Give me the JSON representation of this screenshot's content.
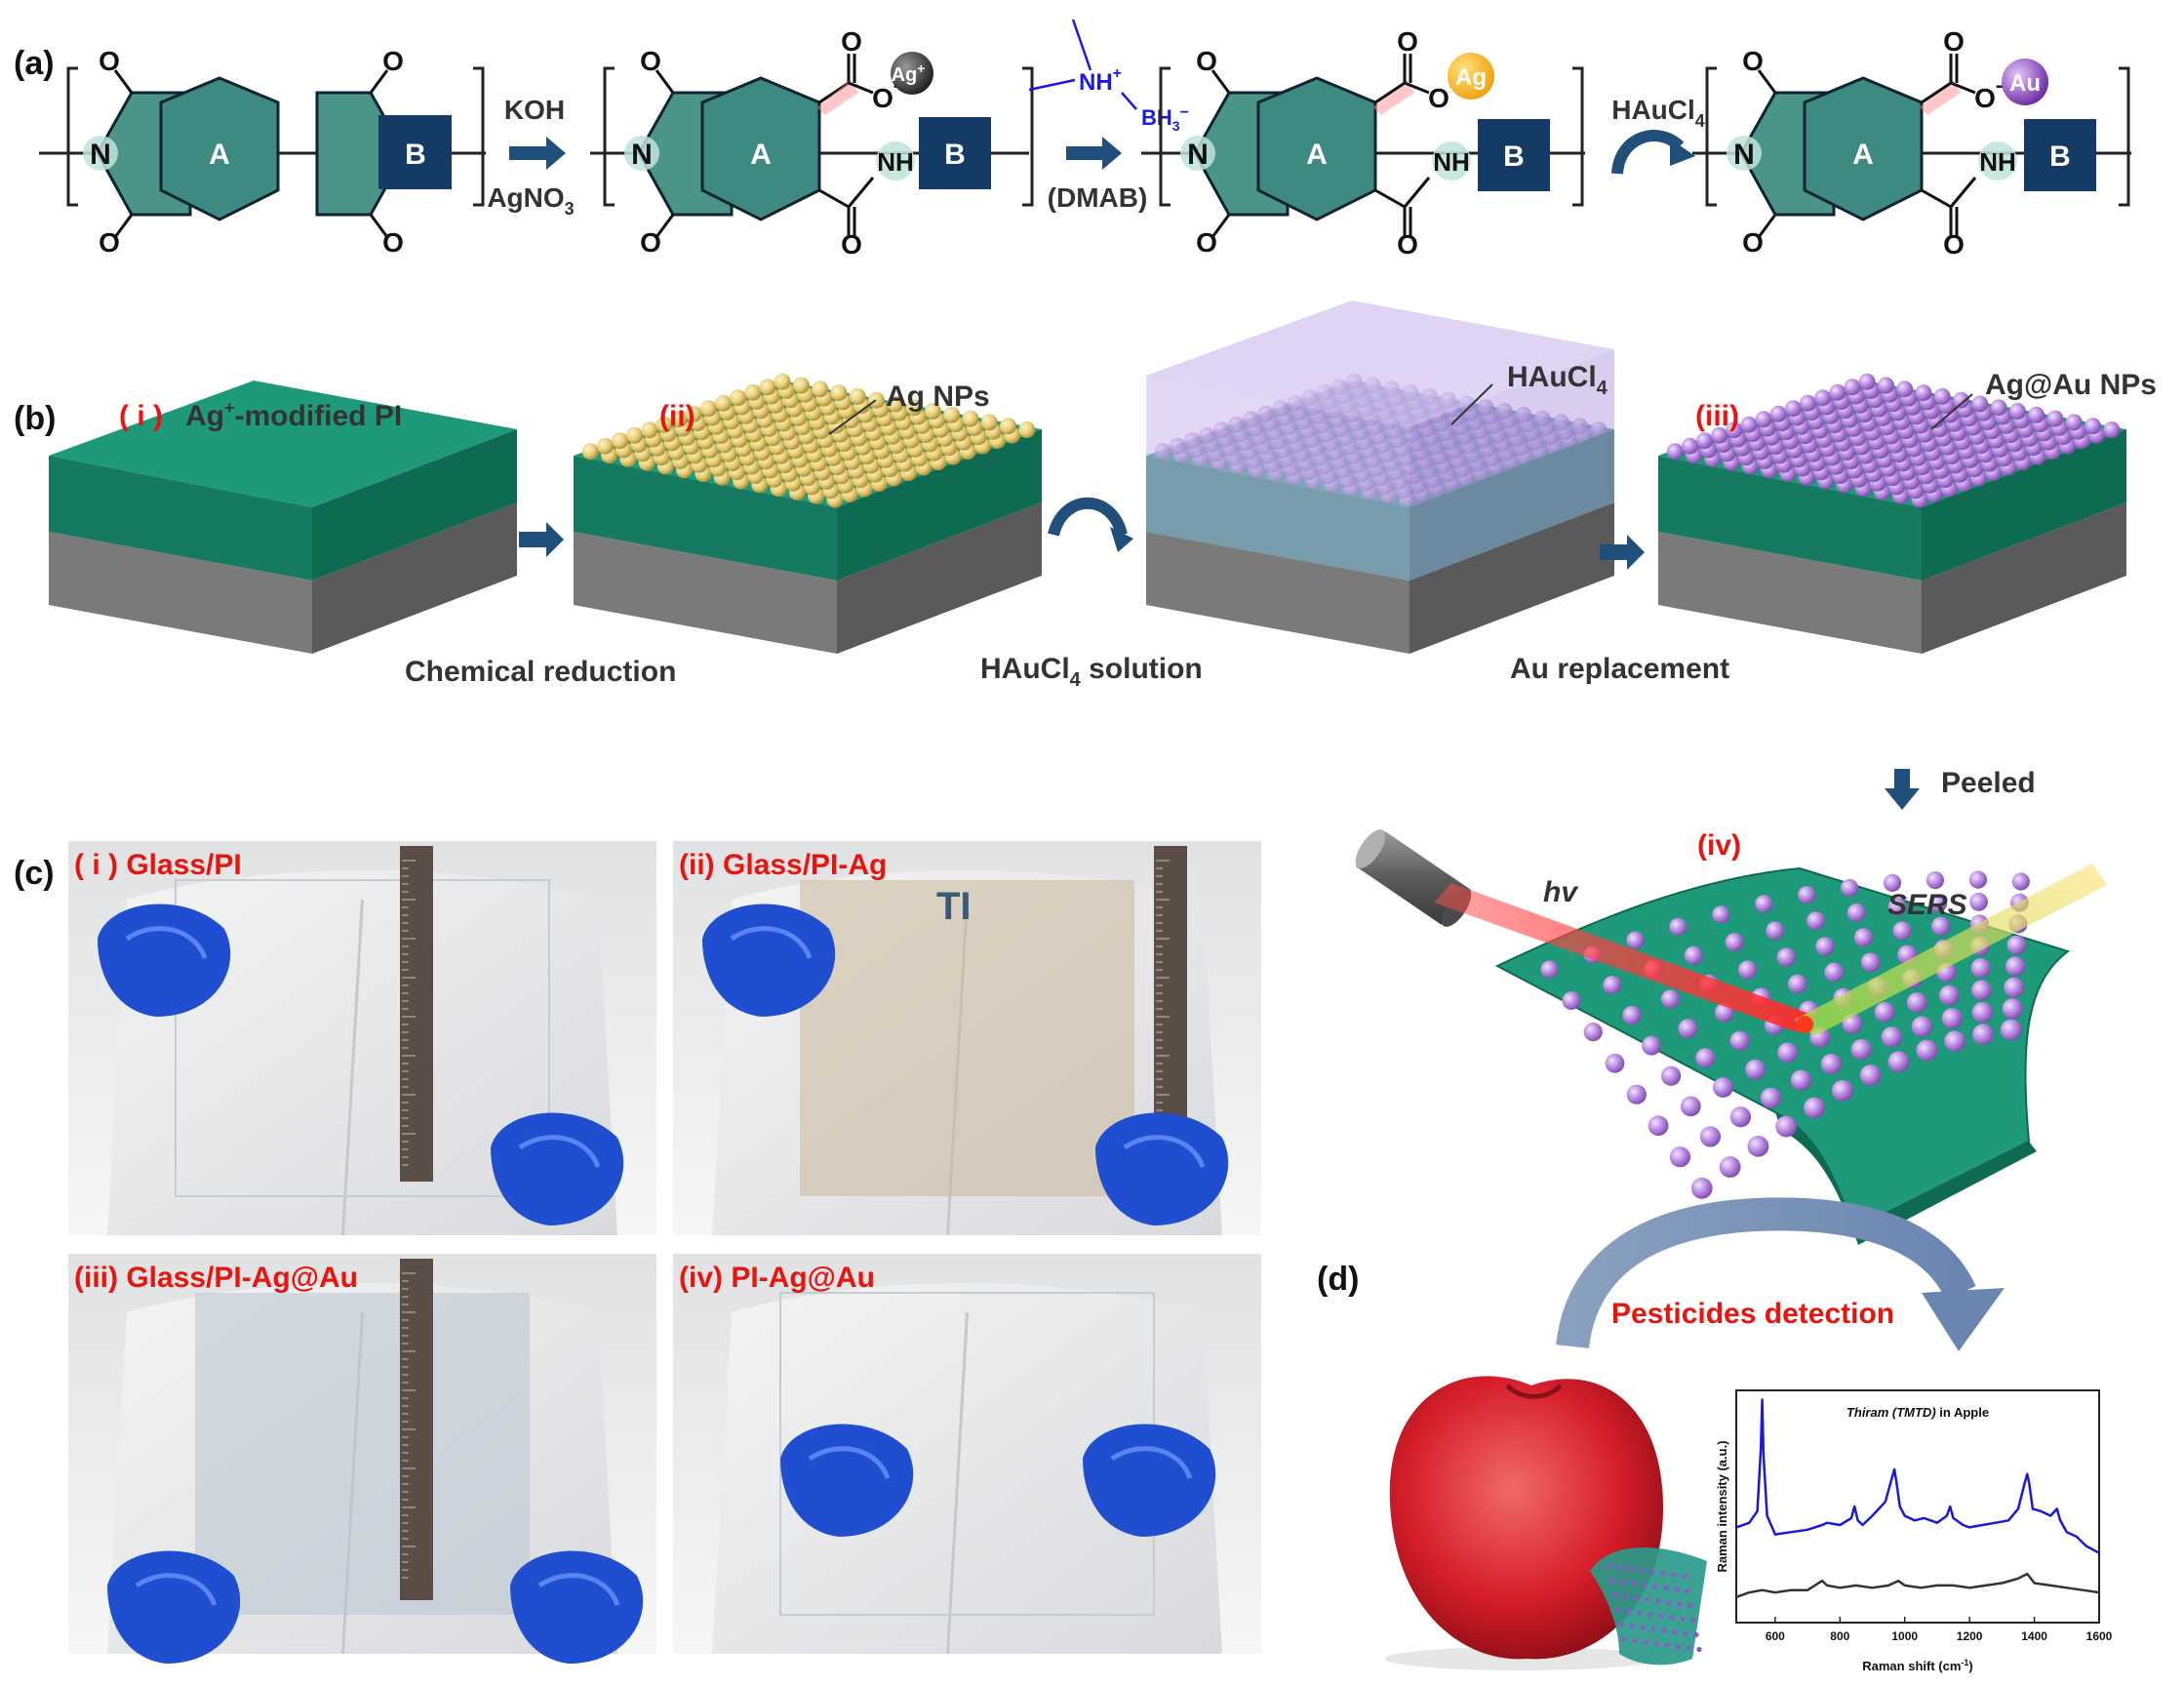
{
  "panel_labels": {
    "a": "(a)",
    "b": "(b)",
    "c": "(c)",
    "d": "(d)"
  },
  "scheme": {
    "unit_a": "A",
    "unit_b": "B",
    "atom_o": "O",
    "atom_n": "N",
    "nh": "NH",
    "ion_ag": "Ag",
    "ion_au": "Au",
    "ion_charge": "+",
    "o_minus": "O",
    "minus": "−",
    "step1_top": "KOH",
    "step1_bottom": "AgNO",
    "step1_bottom_sub": "3",
    "dmab_nh": "NH",
    "dmab_plus": "+",
    "dmab_bh": "BH",
    "dmab_sub": "3",
    "dmab_minus": "−",
    "dmab_label": "(DMAB)",
    "step3": "HAuCl",
    "step3_sub": "4"
  },
  "process": {
    "label_i": "( i )",
    "desc_i_pre": "Ag",
    "desc_i_sup": "+",
    "desc_i_post": "-modified PI",
    "label_ii": "(ii)",
    "ag_nps": "Ag NPs",
    "haucl4": "HAuCl",
    "haucl4_sub": "4",
    "label_iii": "(iii)",
    "agau_nps": "Ag@Au NPs",
    "step_chem": "Chemical reduction",
    "step_sol": "HAuCl",
    "step_sol_sub": "4",
    "step_sol_post": " solution",
    "step_replace": "Au replacement",
    "peeled": "Peeled",
    "label_iv": "(iv)",
    "hv": "hv",
    "sers": "SERS"
  },
  "photos": {
    "p1": "( i ) Glass/PI",
    "p2": "(ii) Glass/PI-Ag",
    "p3": "(iii) Glass/PI-Ag@Au",
    "p4": "(iv) PI-Ag@Au",
    "tag": "TI"
  },
  "detection": {
    "title": "Pesticides detection"
  },
  "chart_data": {
    "type": "line",
    "title": "Thiram (TMTD) in Apple",
    "title_italic": "Thiram (TMTD)",
    "title_rest": " in Apple",
    "xlabel": "Raman shift (cm",
    "xlabel_sup": "-1",
    "xlabel_close": ")",
    "ylabel": "Raman intensity (a.u.)",
    "xlim": [
      480,
      1600
    ],
    "ylim": [
      0,
      10
    ],
    "xticks": [
      "600",
      "800",
      "1000",
      "1200",
      "1400",
      "1600"
    ],
    "series": [
      {
        "color": "#1a1ad6",
        "x": [
          480,
          520,
          545,
          556,
          560,
          564,
          575,
          600,
          650,
          700,
          745,
          760,
          800,
          835,
          845,
          855,
          870,
          900,
          940,
          960,
          968,
          975,
          985,
          1000,
          1030,
          1060,
          1100,
          1130,
          1140,
          1150,
          1180,
          1200,
          1240,
          1280,
          1320,
          1350,
          1370,
          1378,
          1384,
          1395,
          1420,
          1450,
          1470,
          1480,
          1500,
          1530,
          1560,
          1600
        ],
        "y": [
          4.1,
          4.3,
          4.8,
          7.5,
          9.6,
          7.2,
          4.6,
          3.8,
          3.9,
          4.0,
          4.2,
          4.3,
          4.2,
          4.5,
          5.0,
          4.4,
          4.2,
          4.6,
          5.2,
          6.2,
          6.6,
          6.0,
          5.0,
          4.6,
          4.4,
          4.5,
          4.3,
          4.6,
          5.0,
          4.5,
          4.2,
          4.1,
          4.2,
          4.3,
          4.4,
          4.9,
          6.0,
          6.4,
          6.0,
          4.9,
          4.8,
          4.6,
          4.9,
          4.4,
          3.9,
          3.7,
          3.3,
          3.0
        ]
      },
      {
        "color": "#333333",
        "x": [
          480,
          520,
          560,
          600,
          650,
          700,
          745,
          760,
          800,
          850,
          900,
          950,
          980,
          1000,
          1050,
          1100,
          1150,
          1200,
          1250,
          1300,
          1350,
          1378,
          1400,
          1450,
          1500,
          1550,
          1600
        ],
        "y": [
          1.1,
          1.3,
          1.4,
          1.3,
          1.4,
          1.4,
          1.8,
          1.6,
          1.5,
          1.6,
          1.5,
          1.6,
          1.8,
          1.6,
          1.5,
          1.6,
          1.6,
          1.5,
          1.6,
          1.7,
          1.9,
          2.1,
          1.7,
          1.6,
          1.5,
          1.4,
          1.3
        ]
      }
    ]
  },
  "colors": {
    "polymer": "#4a9488",
    "box_dark": "#143a66",
    "arrow": "#1f4f7a",
    "red_label": "#e8140e",
    "green_layer": "#1e9a7a",
    "gray_layer": "#7a7a7a",
    "ag_sphere": "#e8cf7a",
    "au_sphere": "#b585e0",
    "solution": "#c9b8ea"
  }
}
